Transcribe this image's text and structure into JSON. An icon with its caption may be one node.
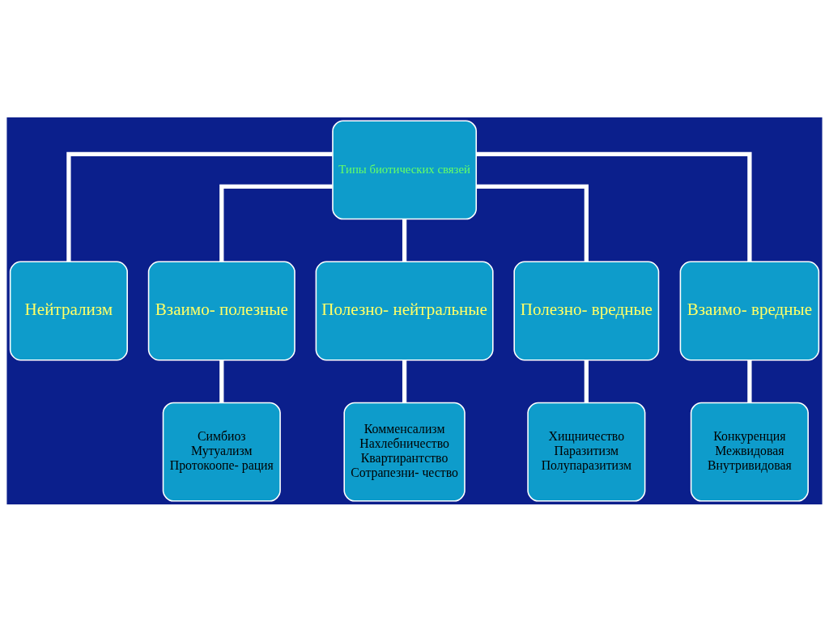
{
  "diagram": {
    "nodes": [
      {
        "text": [
          "Типы биотических связей"
        ]
      },
      {
        "text": [
          "Нейтрализм"
        ]
      },
      {
        "text": [
          "Взаимо- полезные"
        ]
      },
      {
        "text": [
          "Полезно- нейтральные"
        ]
      },
      {
        "text": [
          "Полезно- вредные"
        ]
      },
      {
        "text": [
          "Взаимо- вредные"
        ]
      },
      {
        "text": [
          "Симбиоз",
          "Мутуализм",
          "Протокоопе- рация"
        ]
      },
      {
        "text": [
          "Комменсализм",
          "Нахлебничество",
          "Квартирантство",
          "Сотрапезни- чество"
        ]
      },
      {
        "text": [
          "Хищничество",
          "Паразитизм",
          "Полупаразитизм"
        ]
      },
      {
        "text": [
          "Конкуренция",
          "Межвидовая",
          "Внутривидовая"
        ]
      }
    ],
    "edges": [
      {
        "from": 0,
        "to": 1,
        "arrow": "none"
      },
      {
        "from": 0,
        "to": 2,
        "arrow": "none"
      },
      {
        "from": 0,
        "to": 3,
        "arrow": "none"
      },
      {
        "from": 0,
        "to": 4,
        "arrow": "none"
      },
      {
        "from": 0,
        "to": 5,
        "arrow": "none"
      },
      {
        "from": 2,
        "to": 6,
        "arrow": "none"
      },
      {
        "from": 3,
        "to": 7,
        "arrow": "none"
      },
      {
        "from": 4,
        "to": 8,
        "arrow": "none"
      },
      {
        "from": 5,
        "to": 9,
        "arrow": "none"
      }
    ]
  }
}
